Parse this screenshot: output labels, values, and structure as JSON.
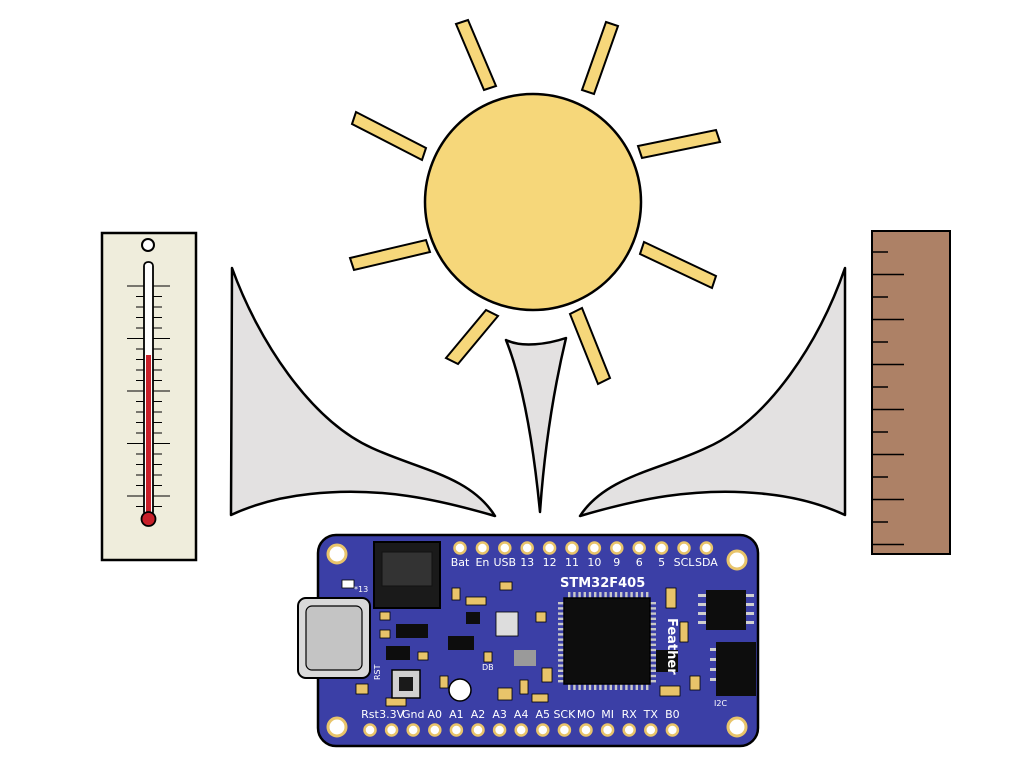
{
  "colors": {
    "sun_fill": "#f6d77a",
    "outline": "#000000",
    "board_blue": "#3b3fa6",
    "thermo_bg": "#efeddc",
    "mercury": "#c8202a",
    "ruler": "#ad8166",
    "funnel": "#e3e1e1",
    "pin_gold": "#e8c46a",
    "chip_black": "#0d0d0d"
  },
  "icons": {
    "sun": "sun-icon",
    "thermometer": "thermometer-icon",
    "ruler": "ruler-icon",
    "board": "microcontroller-board-icon"
  },
  "board": {
    "chip_name": "STM32F405",
    "side_label": "Feather",
    "top_pins": [
      "Bat",
      "En",
      "USB",
      "13",
      "12",
      "11",
      "10",
      "9",
      "6",
      "5",
      "SCL",
      "SDA"
    ],
    "bottom_pins": [
      "Rst",
      "3.3V",
      "Gnd",
      "A0",
      "A1",
      "A2",
      "A3",
      "A4",
      "A5",
      "SCK",
      "MO",
      "MI",
      "RX",
      "TX",
      "B0"
    ],
    "led_label": "*13",
    "rst_button_label": "RST",
    "db_label": "DB",
    "i2c_label": "I2C"
  }
}
